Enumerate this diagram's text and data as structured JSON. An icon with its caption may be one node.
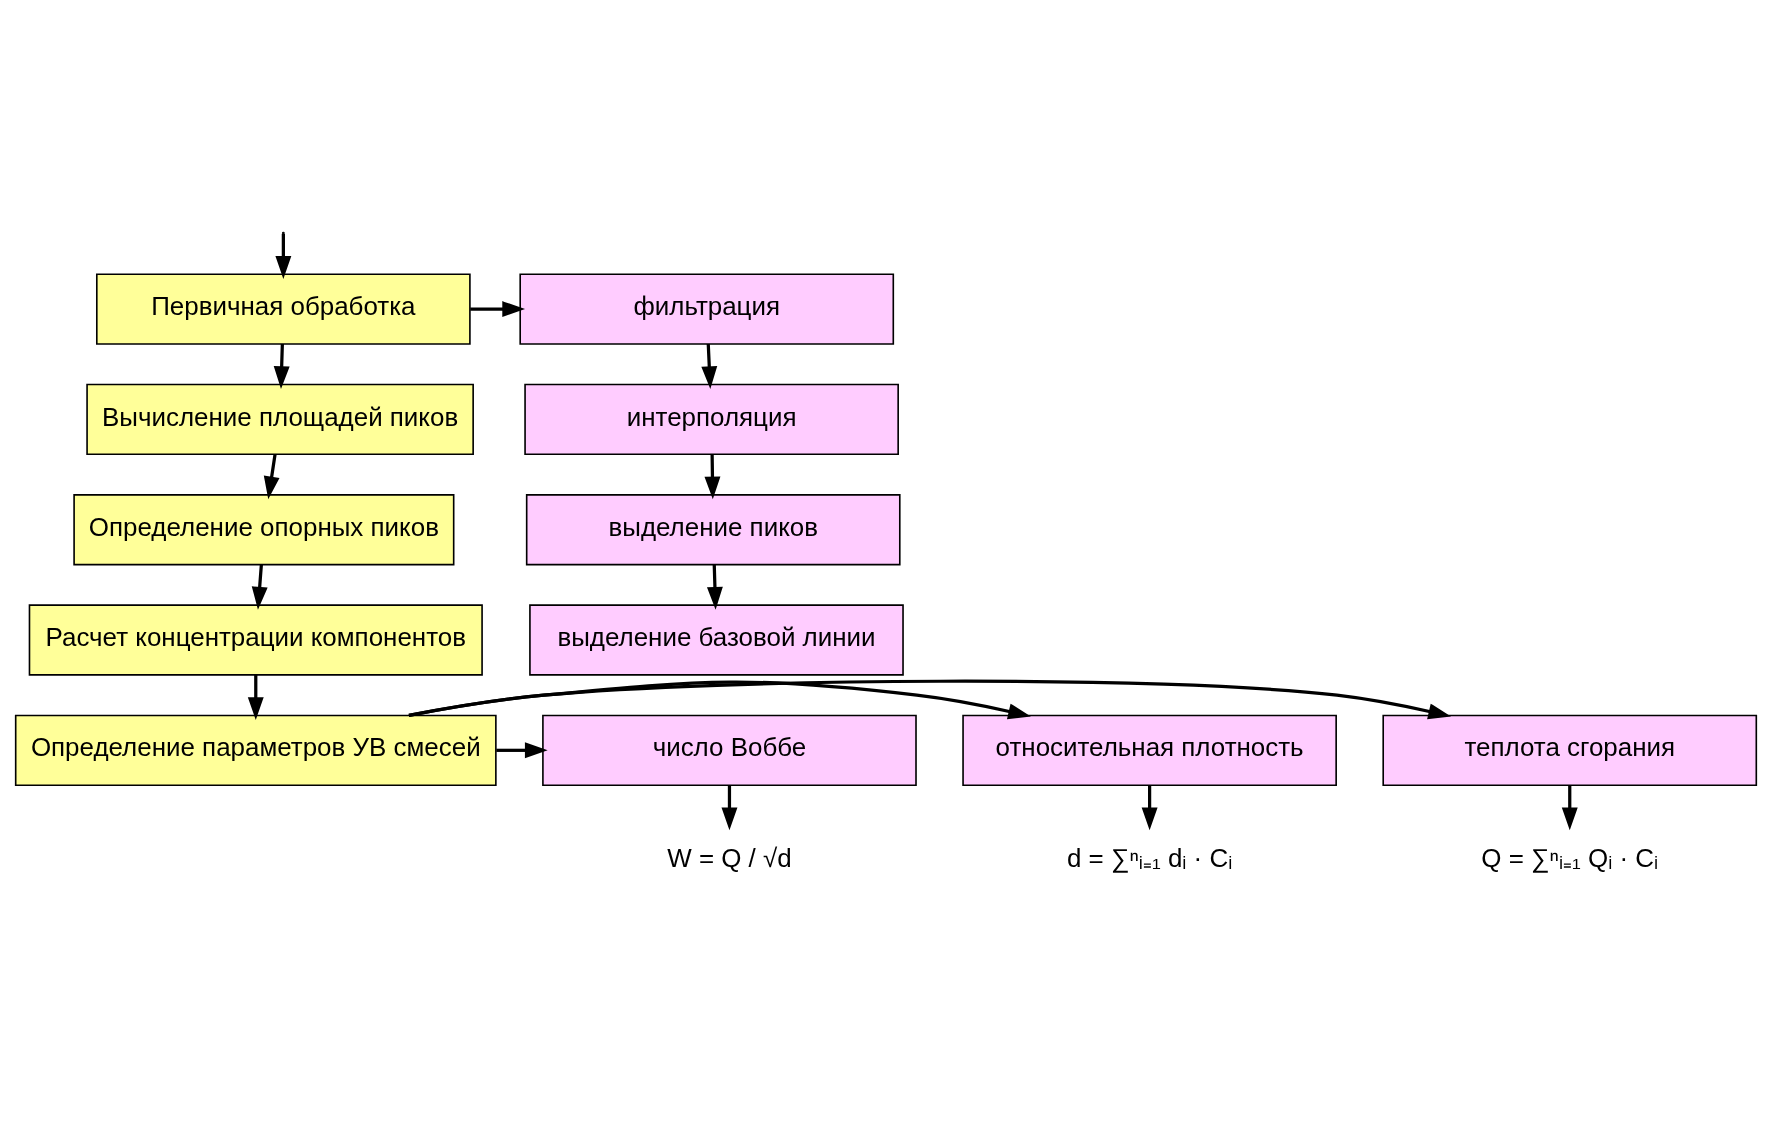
{
  "diagram": {
    "nodes": [
      {
        "text": [
          "Первичная обработка"
        ]
      },
      {
        "text": [
          "Вычисление площадей пиков"
        ]
      },
      {
        "text": [
          "Определение опорных пиков"
        ]
      },
      {
        "text": [
          "Расчет концентрации компонентов"
        ]
      },
      {
        "text": [
          "Определение параметров УВ смесей"
        ]
      },
      {
        "text": [
          "фильтрация"
        ]
      },
      {
        "text": [
          "интерполяция"
        ]
      },
      {
        "text": [
          "выделение пиков"
        ]
      },
      {
        "text": [
          "выделение базовой линии"
        ]
      },
      {
        "text": [
          "теплота сгорания"
        ]
      },
      {
        "text": [
          "относительная плотность"
        ]
      },
      {
        "text": [
          "число Воббе"
        ]
      },
      {
        "text": [
          "Q = ∑ⁿᵢ₌₁ Qᵢ · Cᵢ"
        ]
      },
      {
        "text": [
          "d = ∑ⁿᵢ₌₁ dᵢ · Cᵢ"
        ]
      },
      {
        "text": [
          "W = Q / √d"
        ]
      }
    ],
    "edges": [
      {
        "from": null,
        "to": 0,
        "arrow": "to"
      },
      {
        "from": 0,
        "to": 1,
        "arrow": "to"
      },
      {
        "from": 1,
        "to": 2,
        "arrow": "to"
      },
      {
        "from": 2,
        "to": 3,
        "arrow": "to"
      },
      {
        "from": 3,
        "to": 4,
        "arrow": "to"
      },
      {
        "from": 0,
        "to": 5,
        "arrow": "to"
      },
      {
        "from": 5,
        "to": 6,
        "arrow": "to"
      },
      {
        "from": 6,
        "to": 7,
        "arrow": "to"
      },
      {
        "from": 7,
        "to": 8,
        "arrow": "to"
      },
      {
        "from": 4,
        "to": 9,
        "arrow": "to"
      },
      {
        "from": 4,
        "to": 10,
        "arrow": "to"
      },
      {
        "from": 4,
        "to": 11,
        "arrow": "to"
      },
      {
        "from": 9,
        "to": 12,
        "arrow": "to"
      },
      {
        "from": 10,
        "to": 13,
        "arrow": "to"
      },
      {
        "from": 11,
        "to": 14,
        "arrow": "to"
      }
    ]
  }
}
